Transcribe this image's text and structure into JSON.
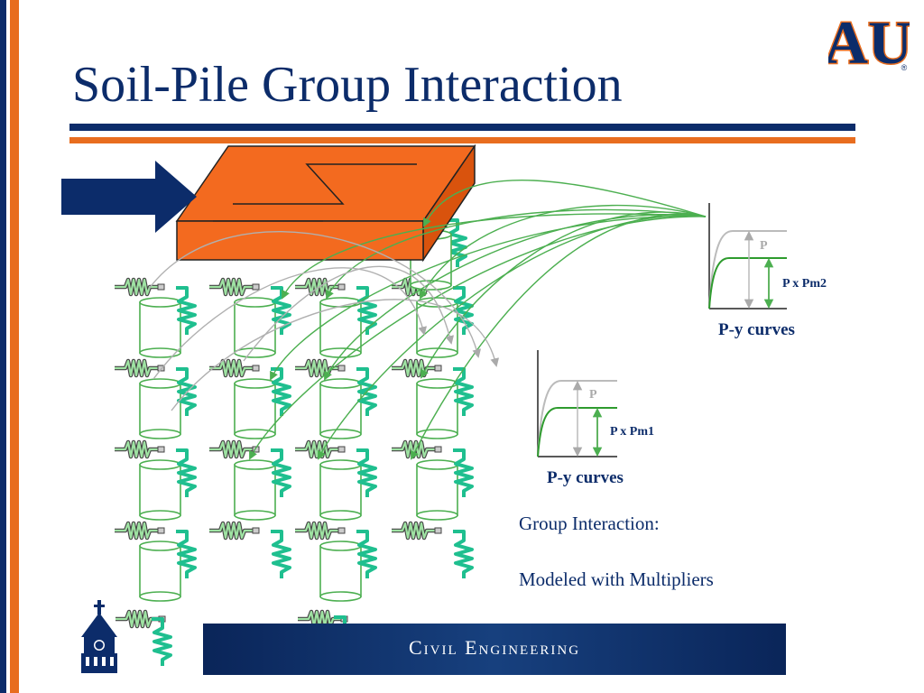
{
  "slide": {
    "title": "Soil-Pile Group Interaction",
    "colors": {
      "navy": "#0c2c6a",
      "orange": "#e86d1f",
      "pile_green": "#4caf50",
      "spring_teal": "#1fbf8f",
      "curve_gray": "#b8b8b8"
    }
  },
  "logo": {
    "text": "AU",
    "registered": "®"
  },
  "curves": {
    "upper": {
      "p_label": "P",
      "pm_label": "P x Pm2",
      "caption": "P-y curves"
    },
    "lower": {
      "p_label": "P",
      "pm_label": "P x Pm1",
      "caption": "P-y curves"
    }
  },
  "body_text": {
    "line1": "Group Interaction:",
    "line2": "Modeled with Multipliers"
  },
  "footer": {
    "banner_text": "Civil Engineering"
  },
  "icons": {
    "load_arrow": "arrow-right-icon",
    "tower": "clock-tower-icon"
  }
}
